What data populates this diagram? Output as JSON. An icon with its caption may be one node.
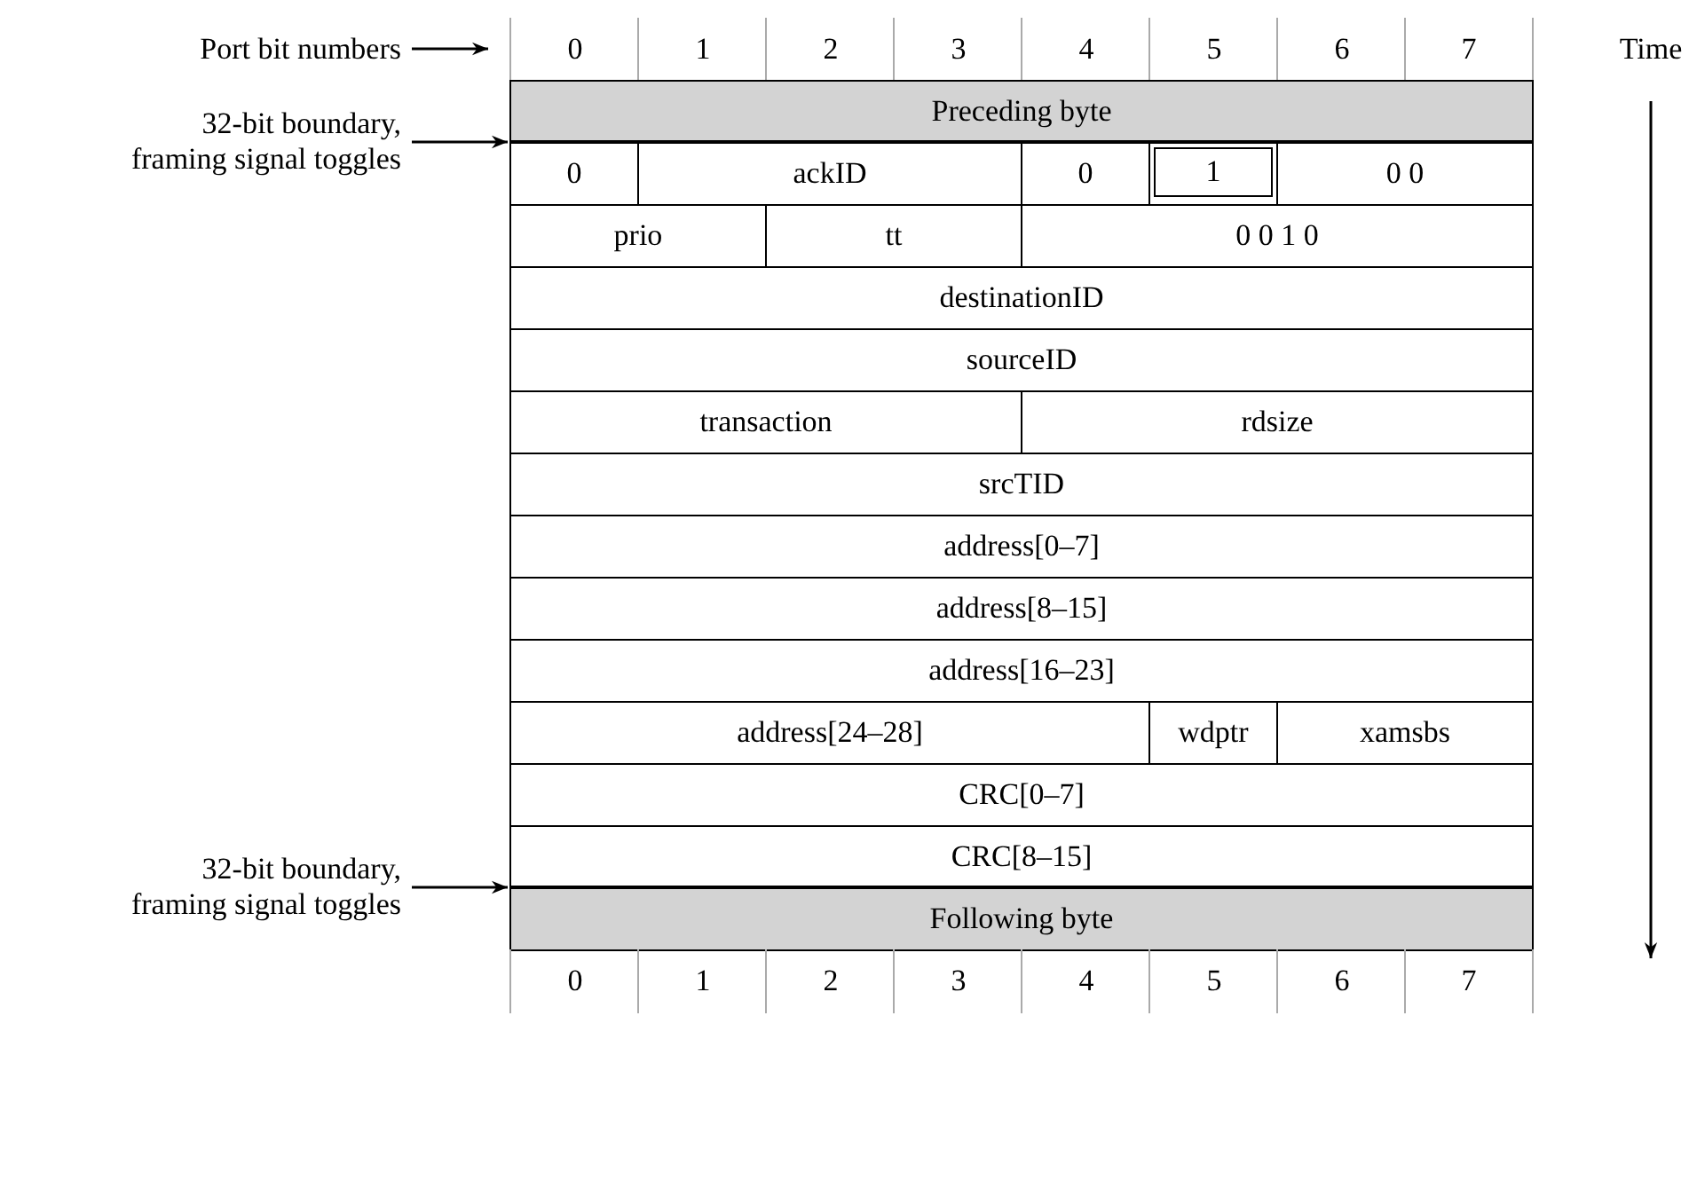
{
  "diagram": {
    "nodes": [
      {
        "text": [
          "Port bit numbers"
        ]
      },
      {
        "text": [
          "32-bit boundary, framing signal toggles"
        ]
      },
      {
        "text": [
          "32-bit boundary, framing signal toggles"
        ]
      },
      {
        "text": [],
        "shape": "line"
      },
      {
        "text": [],
        "shape": "line"
      }
    ],
    "edges": [
      {
        "from": 0,
        "to": null,
        "arrow": "to"
      },
      {
        "from": 1,
        "to": 3,
        "arrow": "to"
      },
      {
        "from": 2,
        "to": 4,
        "arrow": "to"
      }
    ],
    "labels": [
      "0",
      "1",
      "2",
      "3",
      "4",
      "5",
      "6",
      "7",
      "Time",
      "Preceding byte",
      "0",
      "ackID",
      "0",
      "1",
      "0 0",
      "prio",
      "tt",
      "0 0 1 0",
      "destinationID",
      "sourceID",
      "transaction",
      "rdsize",
      "srcTID",
      "address[0–7]",
      "address[8–15]",
      "address[16–23]",
      "address[24–28]",
      "wdptr",
      "xamsbs",
      "CRC[0–7]",
      "CRC[8–15]",
      "Following byte",
      "0",
      "1",
      "2",
      "3",
      "4",
      "5",
      "6",
      "7"
    ]
  }
}
